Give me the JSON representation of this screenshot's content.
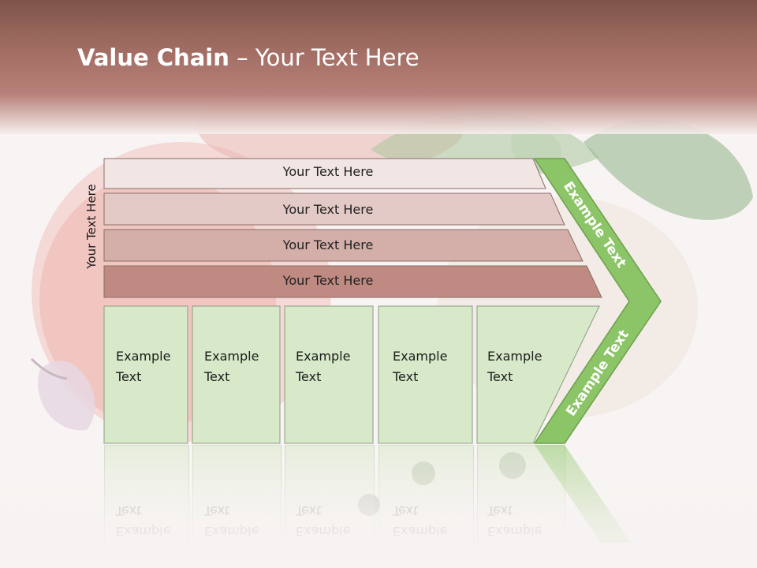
{
  "slide": {
    "title_bold": "Value Chain",
    "title_rest": " – Your Text Here"
  },
  "diagram": {
    "side_label": "Your Text Here",
    "rows": [
      {
        "label": "Your Text Here"
      },
      {
        "label": "Your Text Here"
      },
      {
        "label": "Your Text Here"
      },
      {
        "label": "Your Text Here"
      }
    ],
    "boxes": [
      {
        "line1": "Example",
        "line2": "Text"
      },
      {
        "line1": "Example",
        "line2": "Text"
      },
      {
        "line1": "Example",
        "line2": "Text"
      },
      {
        "line1": "Example",
        "line2": "Text"
      },
      {
        "line1": "Example",
        "line2": "Text"
      }
    ],
    "chevron_upper": "Example Text",
    "chevron_lower": "Example Text"
  },
  "colors": {
    "header": "#8b5d52",
    "row1": "#f1e6e4",
    "row2": "#e3cac6",
    "row3": "#d4aea8",
    "row4": "#bf8a81",
    "box_fill": "#d7e9c9",
    "chevron": "#8cc567"
  }
}
